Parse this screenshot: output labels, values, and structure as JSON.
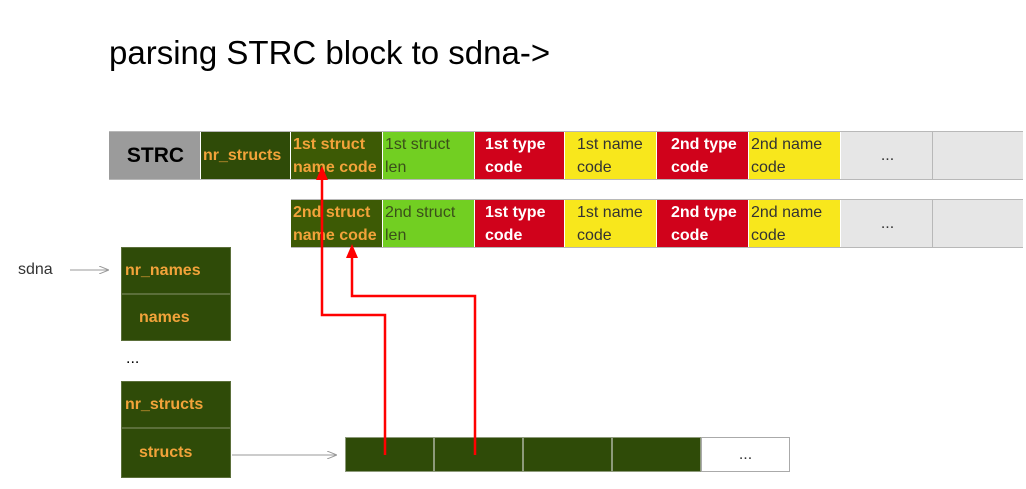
{
  "title": "parsing STRC block to sdna->",
  "row1": [
    "STRC",
    "nr_structs",
    "1st struct name code",
    "1st struct len",
    "1st type code",
    "1st name code",
    "2nd type code",
    "2nd name code",
    "...",
    ""
  ],
  "row2": [
    "2nd struct name code",
    "2nd struct len",
    "1st type code",
    "1st name code",
    "2nd type code",
    "2nd name code",
    "...",
    ""
  ],
  "sdna_label": "sdna",
  "left_boxes": {
    "nr_names": "nr_names",
    "names": "names",
    "ellipsis": "...",
    "nr_structs": "nr_structs",
    "structs": "structs"
  },
  "structs_array_ellipsis": "...",
  "colors": {
    "dark_green": "#2f4b08",
    "light_green": "#72cf22",
    "red": "#d0021b",
    "yellow": "#f8e71c",
    "orange_text": "#f2a33a",
    "grey": "#9b9b9b",
    "arrow_red": "#ff0000"
  }
}
